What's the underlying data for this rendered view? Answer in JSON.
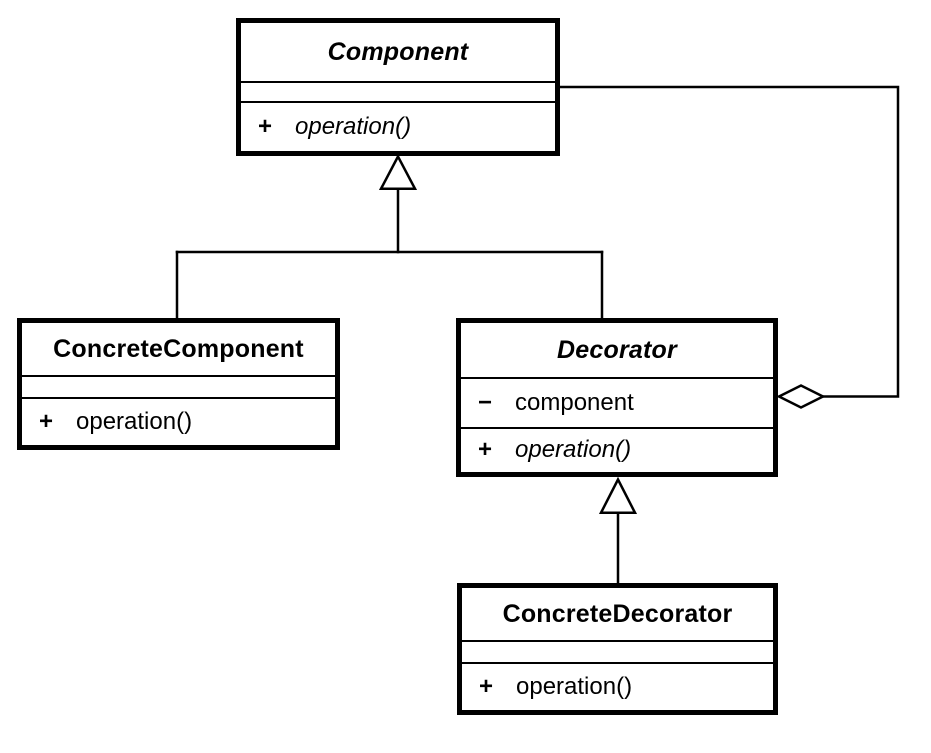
{
  "diagram": {
    "kind": "uml-class-diagram",
    "background_color": "#ffffff",
    "line_color": "#000000"
  },
  "classes": {
    "component": {
      "name": "Component",
      "abstract": true,
      "attributes": [],
      "operations": [
        {
          "vis": "+",
          "text": "operation()",
          "abstract": true
        }
      ]
    },
    "concrete_component": {
      "name": "ConcreteComponent",
      "abstract": false,
      "attributes": [],
      "operations": [
        {
          "vis": "+",
          "text": "operation()",
          "abstract": false
        }
      ]
    },
    "decorator": {
      "name": "Decorator",
      "abstract": true,
      "attributes": [
        {
          "vis": "−",
          "text": "component"
        }
      ],
      "operations": [
        {
          "vis": "+",
          "text": "operation()",
          "abstract": true
        }
      ]
    },
    "concrete_decorator": {
      "name": "ConcreteDecorator",
      "abstract": false,
      "attributes": [],
      "operations": [
        {
          "vis": "+",
          "text": "operation()",
          "abstract": false
        }
      ]
    }
  },
  "relationships": [
    {
      "type": "generalization",
      "from": "ConcreteComponent",
      "to": "Component"
    },
    {
      "type": "generalization",
      "from": "Decorator",
      "to": "Component"
    },
    {
      "type": "generalization",
      "from": "ConcreteDecorator",
      "to": "Decorator"
    },
    {
      "type": "aggregation",
      "owner": "Decorator",
      "part": "Component"
    }
  ]
}
